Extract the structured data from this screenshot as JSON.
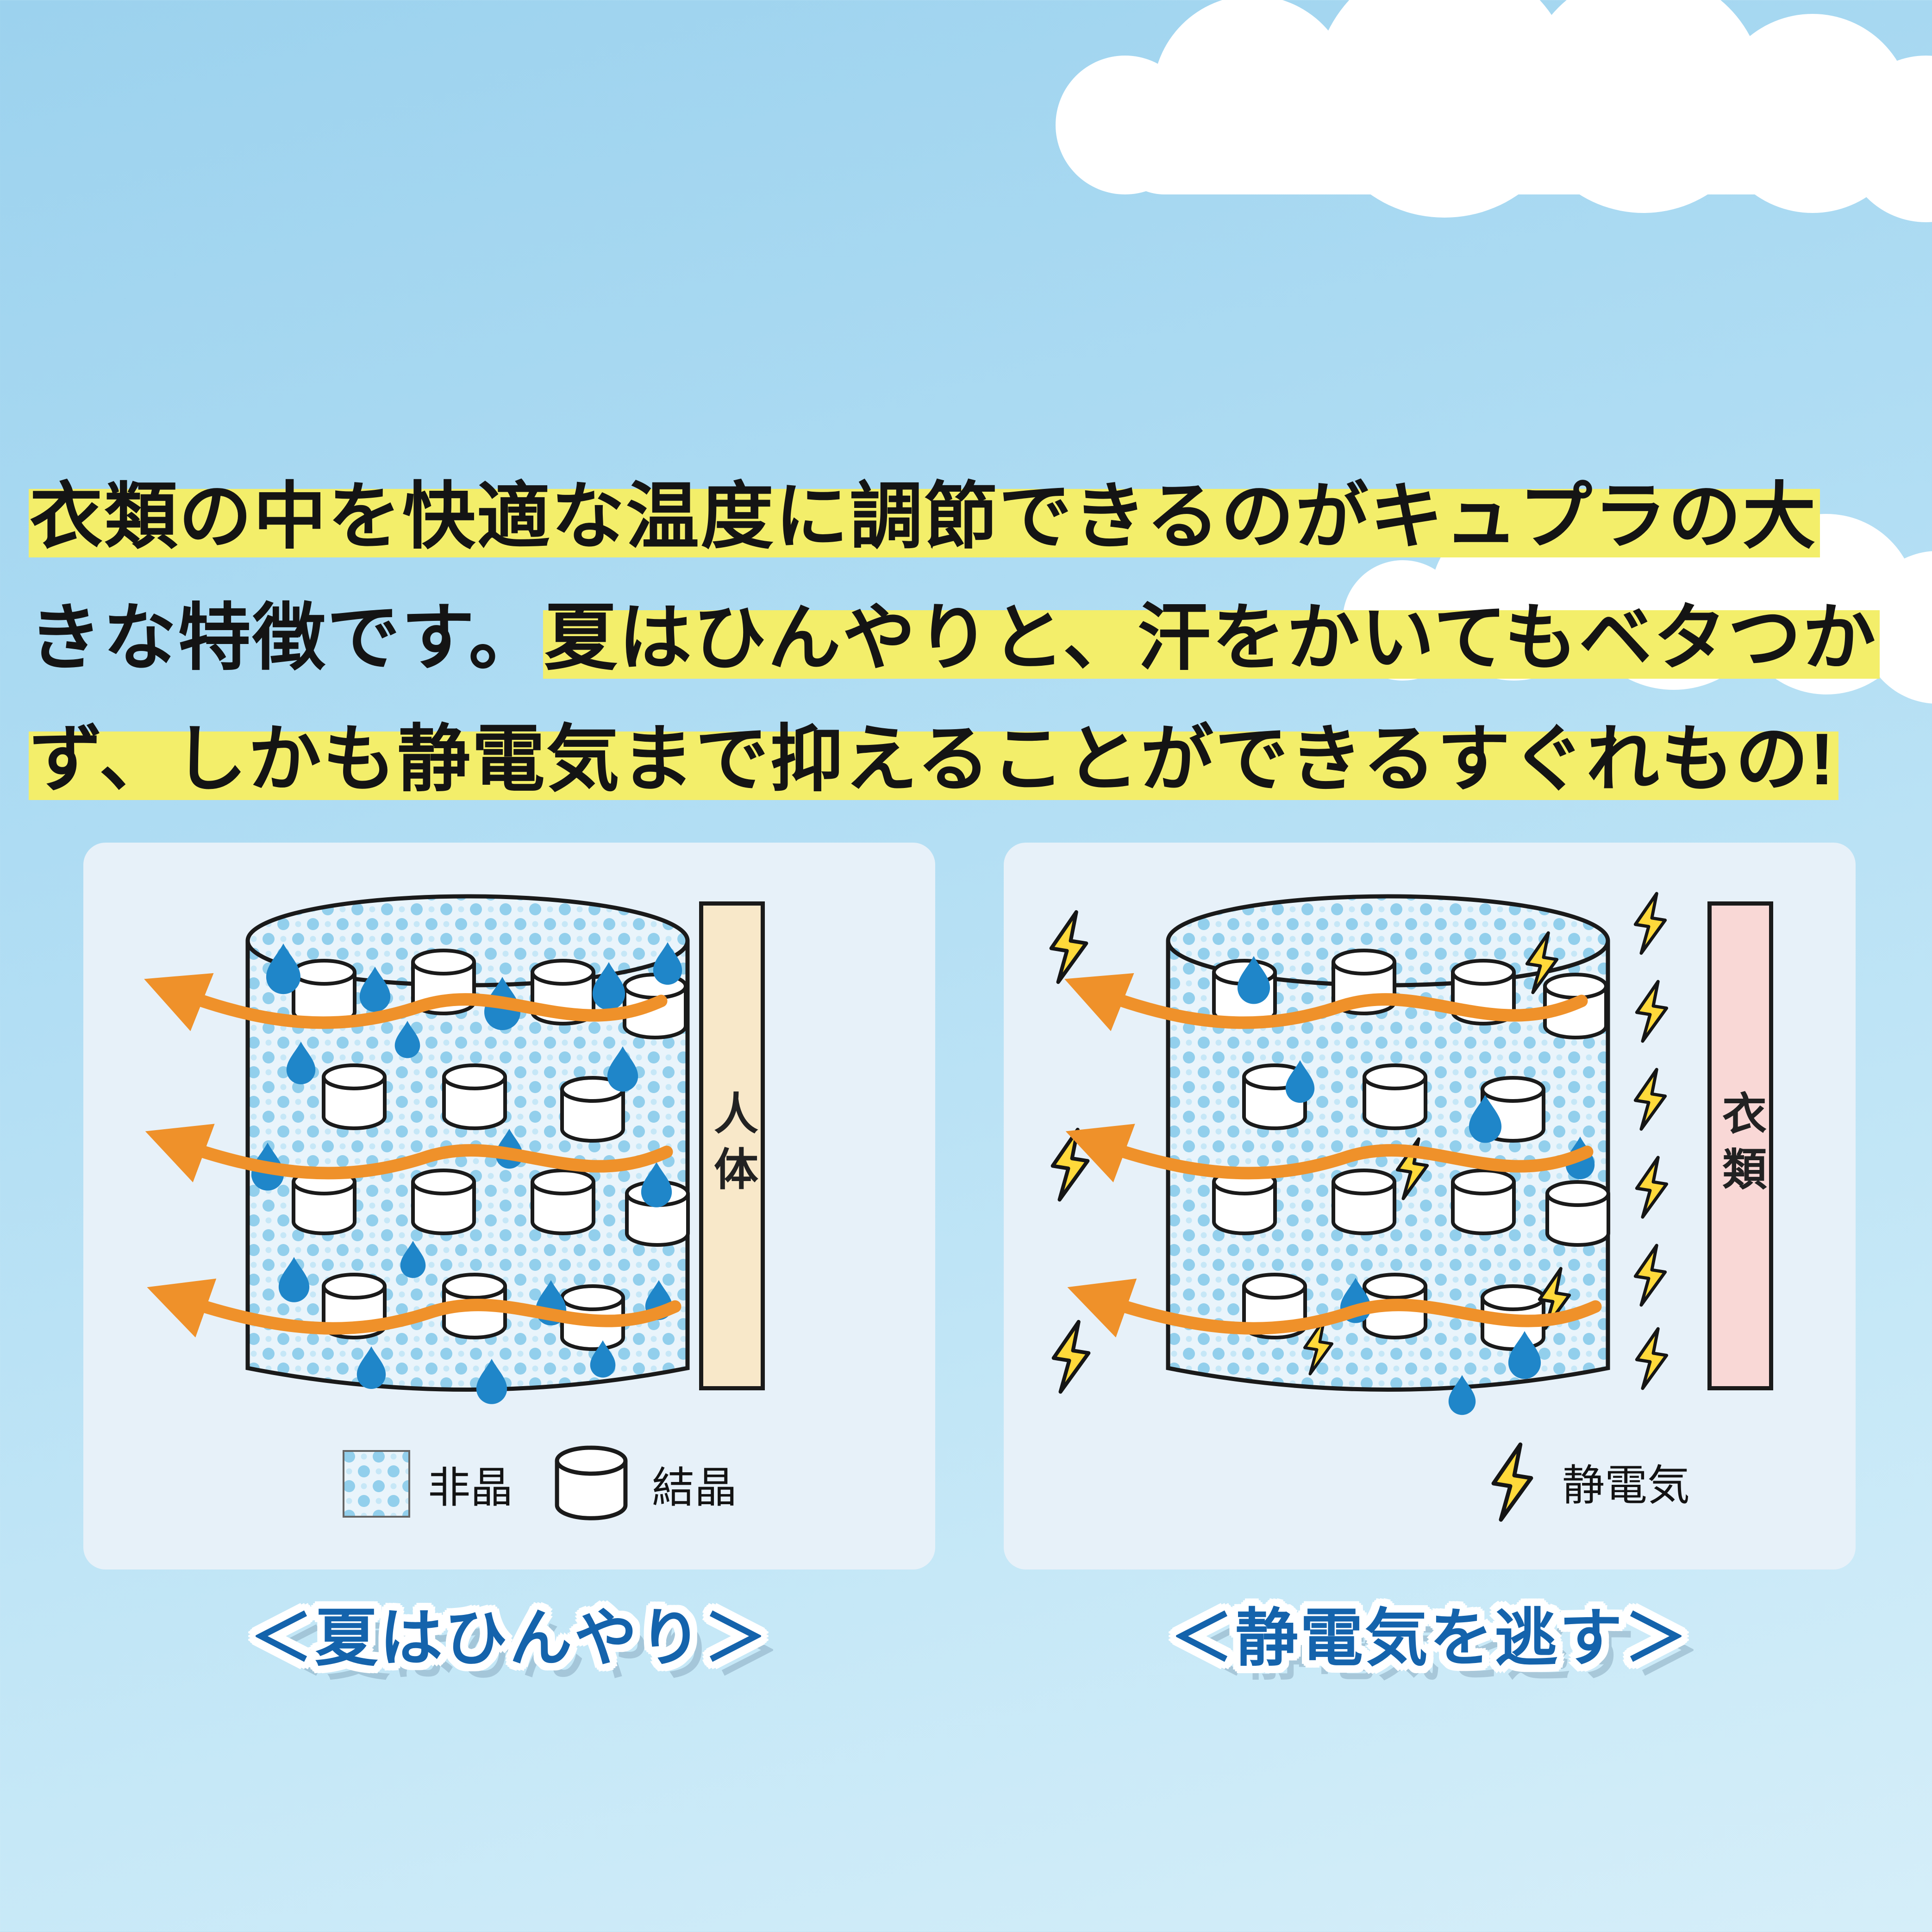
{
  "headline": {
    "line1_highlight": "衣類の中を快適な温度に調節できるのがキュプラの大",
    "line2_plain": "きな特徴です。",
    "line2_highlight": "夏はひんやりと、汗をかいてもベタつか",
    "line3_highlight": "ず、しかも静電気まで抑えることができるすぐれもの!"
  },
  "summer_panel": {
    "bar_label": "人体",
    "legend": [
      {
        "icon": "amorphous-dots-swatch",
        "label": "非晶"
      },
      {
        "icon": "crystal-cylinder",
        "label": "結晶"
      }
    ],
    "caption": "＜夏はひんやり＞"
  },
  "static_panel": {
    "bar_label": "衣類",
    "legend": [
      {
        "icon": "lightning-bolt",
        "label": "静電気"
      }
    ],
    "caption": "＜静電気を逃す＞"
  },
  "colors": {
    "highlight_yellow": "#f3ee6a",
    "sky_blue": "#aadcf2",
    "panel_bg": "#e7f1f9",
    "droplet_blue": "#1f86c9",
    "arrow_orange": "#ef912a",
    "bolt_yellow": "#ffd93a",
    "caption_blue": "#1463ac",
    "human_bar_beige": "#f8e8c9",
    "cloth_bar_pink": "#f9d8d6"
  }
}
